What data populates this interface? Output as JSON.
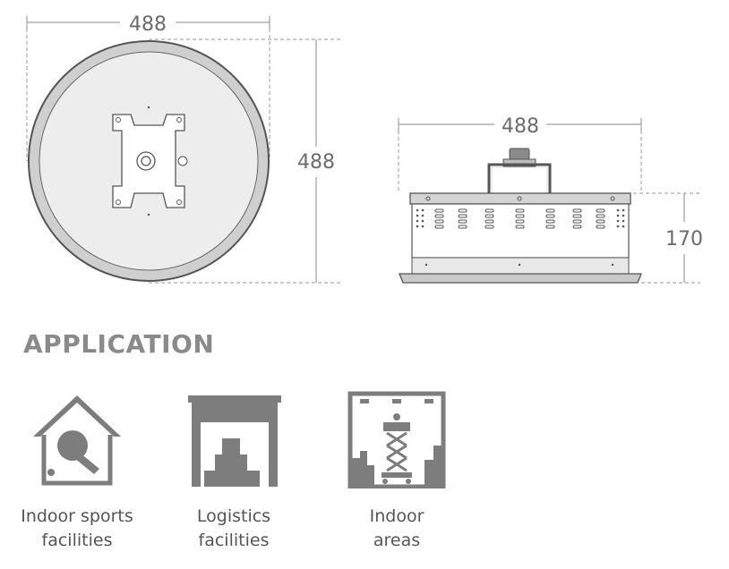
{
  "dimensions": {
    "top_width": "488",
    "top_height": "488",
    "side_width": "488",
    "side_height": "170"
  },
  "application": {
    "heading": "APPLICATION",
    "items": [
      {
        "line1": "Indoor sports",
        "line2": "facilities",
        "icon": "table-tennis-house-icon"
      },
      {
        "line1": "Logistics",
        "line2": "facilities",
        "icon": "warehouse-boxes-icon"
      },
      {
        "line1": "Indoor",
        "line2": "areas",
        "icon": "scissor-lift-icon"
      }
    ]
  },
  "colors": {
    "icon_gray": "#7d7d7d",
    "line_gray": "#9a9a9a",
    "outline_dark": "#555555"
  }
}
